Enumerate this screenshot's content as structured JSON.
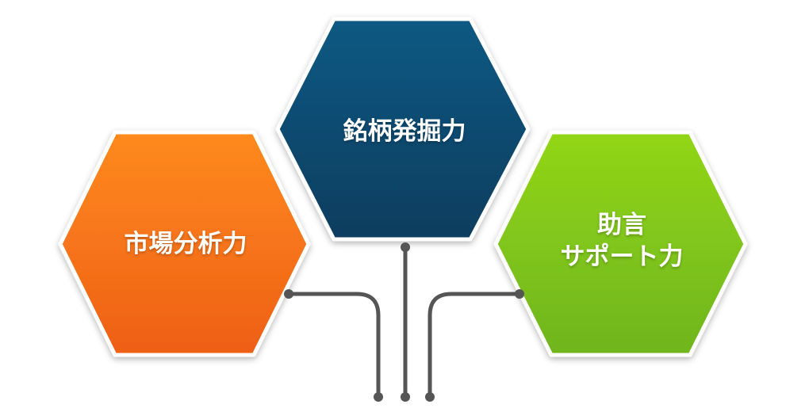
{
  "hexagons": {
    "left": {
      "label": "市場分析力",
      "color": "#f26d1b"
    },
    "top": {
      "label": "銘柄発掘力",
      "color": "#0b4a70"
    },
    "right": {
      "line1": "助言",
      "line2": "サポート力",
      "color": "#7fc31c"
    }
  },
  "connector_color": "#555555"
}
